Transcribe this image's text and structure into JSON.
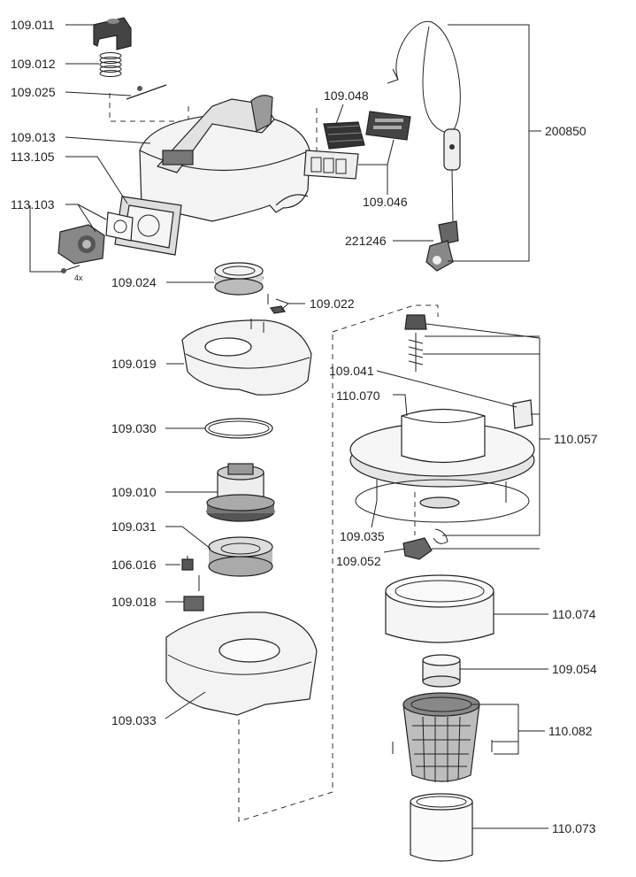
{
  "labels": {
    "p109_011": "109.011",
    "p109_012": "109.012",
    "p109_025": "109.025",
    "p109_013": "109.013",
    "p113_105": "113.105",
    "p113_103": "113.103",
    "screw_qty": "4x",
    "p109_048": "109.048",
    "p109_046": "109.046",
    "p200850": "200850",
    "p221246": "221246",
    "p109_024": "109.024",
    "p109_022": "109.022",
    "p109_019": "109.019",
    "p109_041": "109.041",
    "p110_070": "110.070",
    "p110_057": "110.057",
    "p109_030": "109.030",
    "p109_010": "109.010",
    "p109_031": "109.031",
    "p109_035": "109.035",
    "p109_052": "109.052",
    "p106_016": "106.016",
    "p109_018": "109.018",
    "p110_074": "110.074",
    "p109_054": "109.054",
    "p109_033": "109.033",
    "p110_082": "110.082",
    "p110_073": "110.073"
  }
}
